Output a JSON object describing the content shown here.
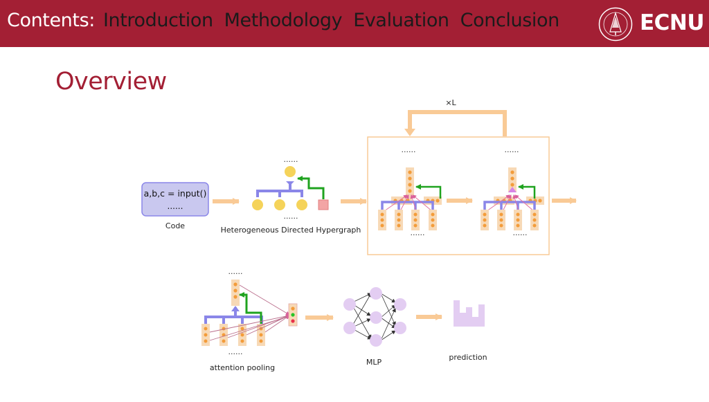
{
  "header": {
    "contents_label": "Contents:",
    "nav_items": [
      "Introduction",
      "Methodology",
      "Evaluation",
      "Conclusion"
    ],
    "logo_text": "ECNU"
  },
  "page_title": "Overview",
  "diagram": {
    "code_box_text": "a,b,c = input()",
    "code_box_dots": "......",
    "code_label": "Code",
    "hypergraph_label": "Heterogeneous Directed Hypergraph",
    "ellipsis": "......",
    "loop_label": "×L",
    "attention_label": "attention pooling",
    "mlp_label": "MLP",
    "prediction_label": "prediction"
  },
  "colors": {
    "brand": "#a31f34",
    "arrow": "#f9ca96",
    "node_yellow": "#f5d35a",
    "hyperedge": "#8a86e8",
    "green_edge": "#1fa31f",
    "node_pink": "#f3a5a5",
    "vector_fill": "#f7d9b6",
    "vector_dot": "#f39c3a",
    "mlp_node": "#e3cdf2"
  }
}
